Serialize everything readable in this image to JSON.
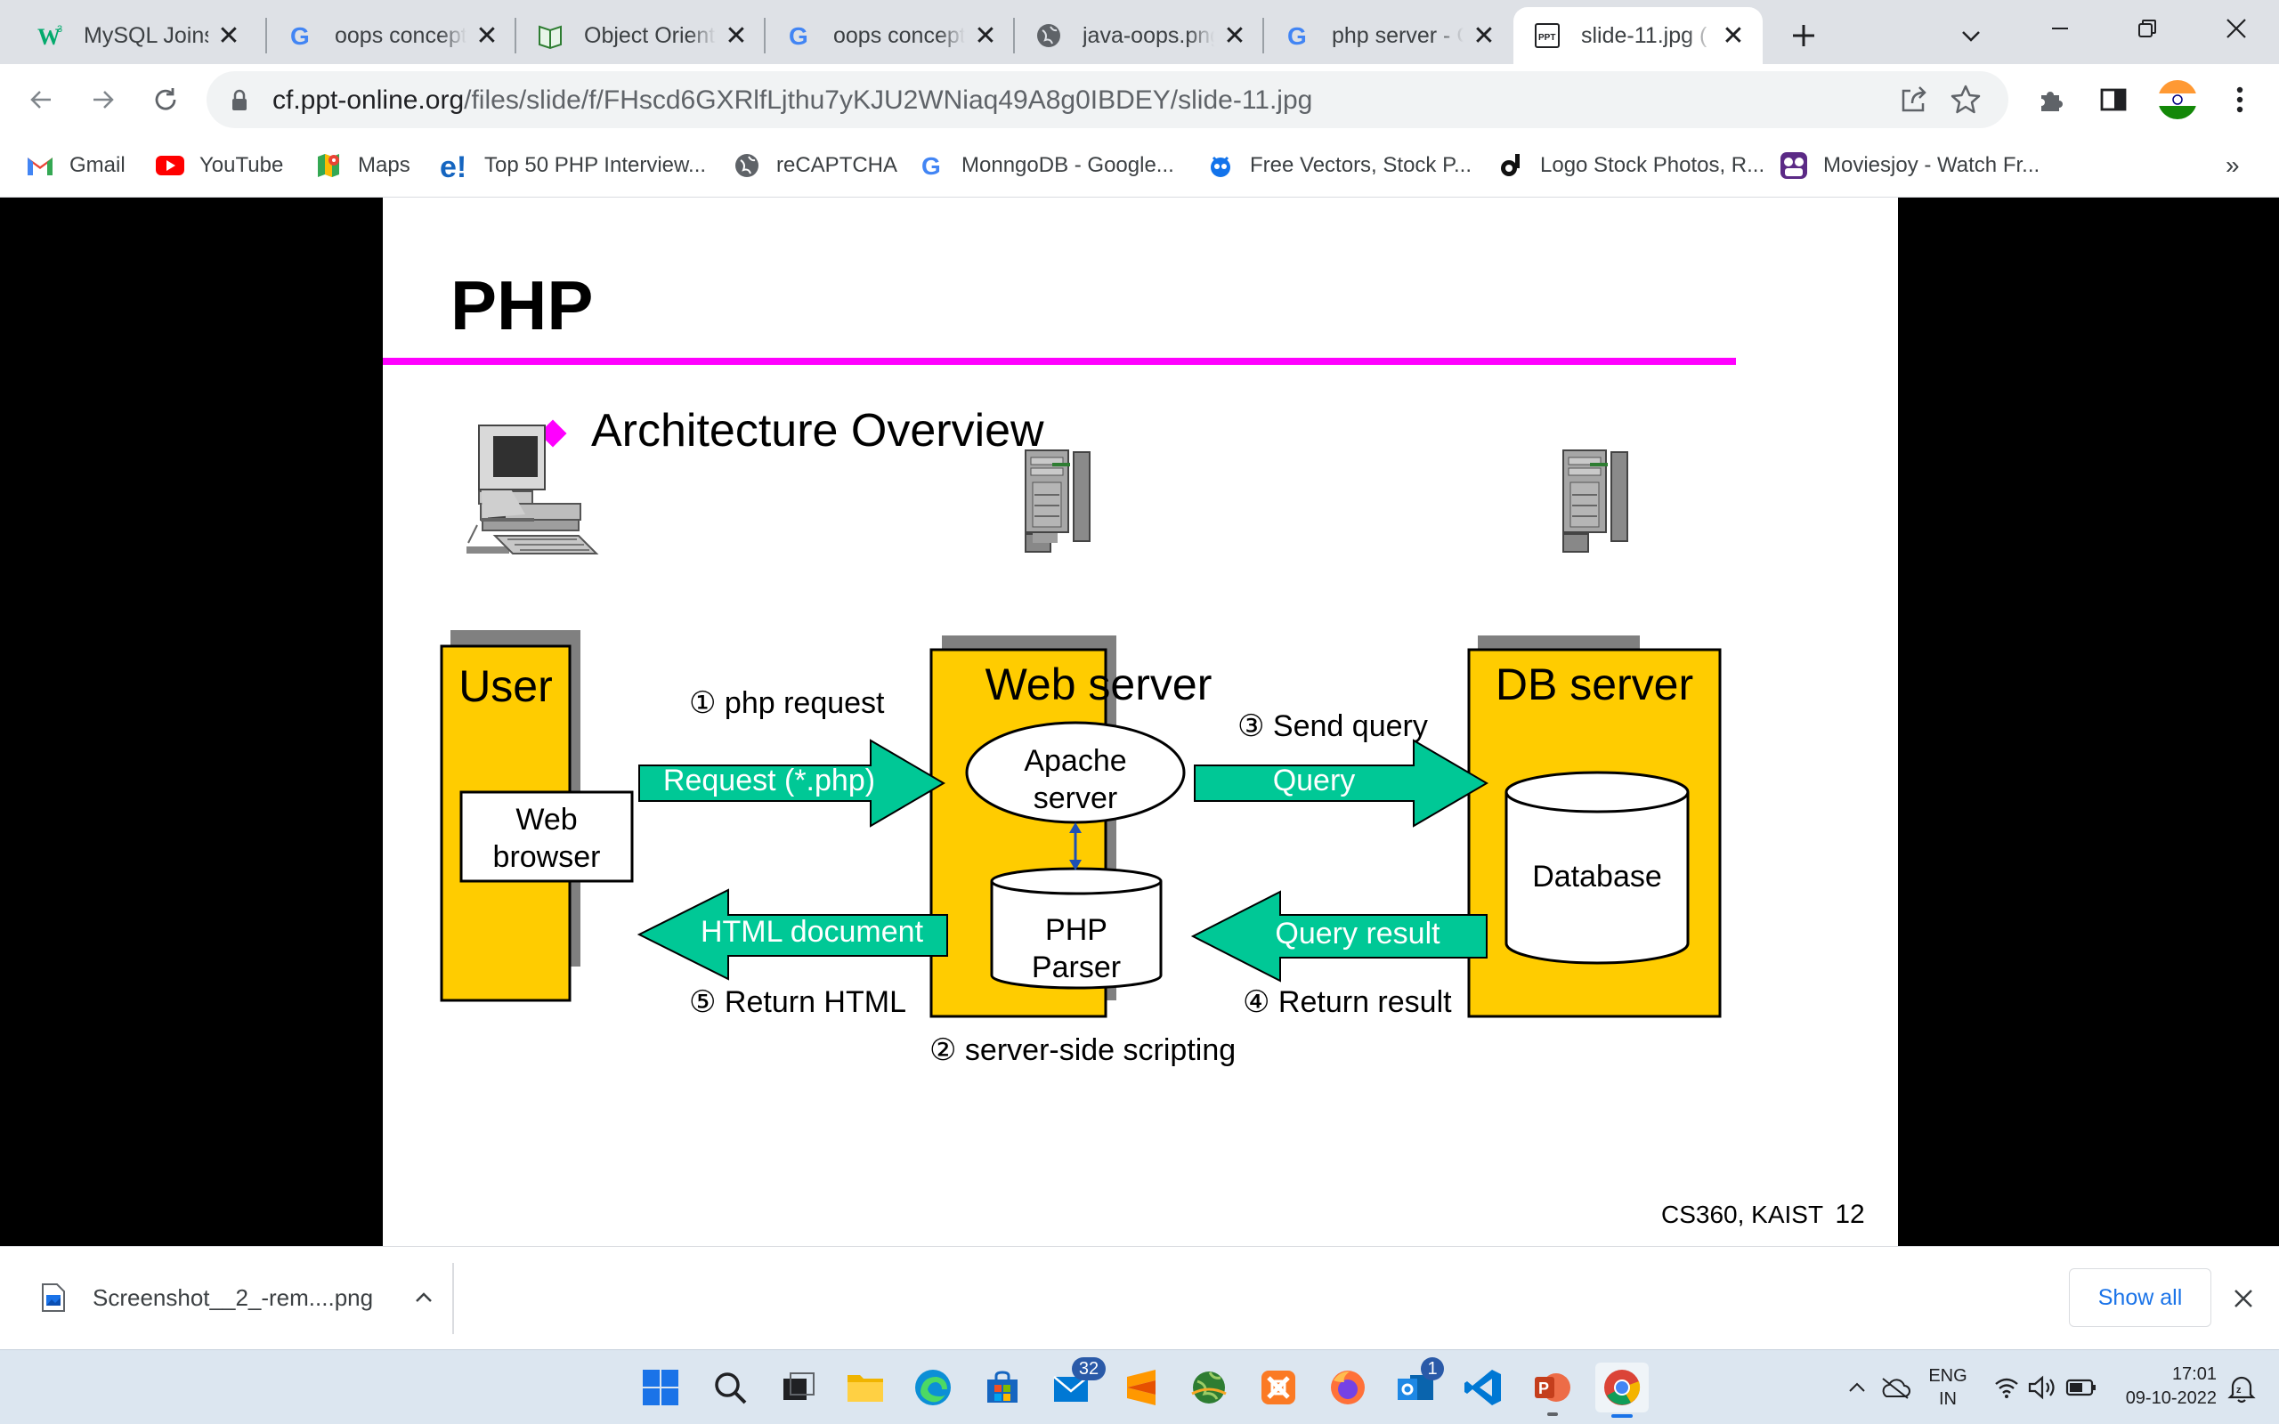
{
  "browser": {
    "tabs": [
      {
        "title": "MySQL Joins",
        "icon": "w3schools-icon"
      },
      {
        "title": "oops concept",
        "icon": "google-icon"
      },
      {
        "title": "Object Orient",
        "icon": "book-icon"
      },
      {
        "title": "oops concept",
        "icon": "google-icon"
      },
      {
        "title": "java-oops.png",
        "icon": "globe-icon"
      },
      {
        "title": "php server - C",
        "icon": "google-icon"
      },
      {
        "title": "slide-11.jpg (",
        "icon": "ppt-icon",
        "active": true
      }
    ],
    "url_domain": "cf.ppt-online.org",
    "url_path": "/files/slide/f/FHscd6GXRlfLjthu7yKJU2WNiaq49A8g0IBDEY/slide-11.jpg",
    "bookmarks": [
      {
        "label": "Gmail",
        "icon": "gmail-icon"
      },
      {
        "label": "YouTube",
        "icon": "youtube-icon"
      },
      {
        "label": "Maps",
        "icon": "maps-icon"
      },
      {
        "label": "Top 50 PHP Interview...",
        "icon": "edureka-icon"
      },
      {
        "label": "reCAPTCHA",
        "icon": "globe-icon"
      },
      {
        "label": "MonngoDB - Google...",
        "icon": "google-icon"
      },
      {
        "label": "Free Vectors, Stock P...",
        "icon": "freepik-icon"
      },
      {
        "label": "Logo Stock Photos, R...",
        "icon": "dreamstime-icon"
      },
      {
        "label": "Moviesjoy - Watch Fr...",
        "icon": "moviesjoy-icon"
      }
    ],
    "bookmarks_overflow": "»"
  },
  "slide": {
    "title": "PHP",
    "bullet": "Architecture Overview",
    "footer_course": "CS360, KAIST",
    "footer_page": "12",
    "user_box": {
      "title": "User",
      "inner": [
        "Web",
        "browser"
      ]
    },
    "web_box": {
      "title": "Web server",
      "apache": [
        "Apache",
        "server"
      ],
      "parser": [
        "PHP",
        "Parser"
      ]
    },
    "db_box": {
      "title": "DB server",
      "inner": "Database"
    },
    "arrows": {
      "request": "Request (*.php)",
      "query": "Query",
      "html_doc": "HTML document",
      "query_result": "Query result"
    },
    "steps": {
      "s1": "① php request",
      "s2": "② server-side scripting",
      "s3": "③ Send query",
      "s4": "④ Return result",
      "s5": "⑤ Return HTML"
    },
    "colors": {
      "box": "#ffcc00",
      "shadow": "#808080",
      "arrow": "#00c896",
      "rule": "#ff00ff",
      "bullet": "#ff00ff"
    }
  },
  "download": {
    "filename": "Screenshot__2_-rem....png",
    "show_all": "Show all"
  },
  "taskbar": {
    "mail_badge": "32",
    "store_badge": "1",
    "lang_top": "ENG",
    "lang_bottom": "IN",
    "time": "17:01",
    "date": "09-10-2022"
  }
}
